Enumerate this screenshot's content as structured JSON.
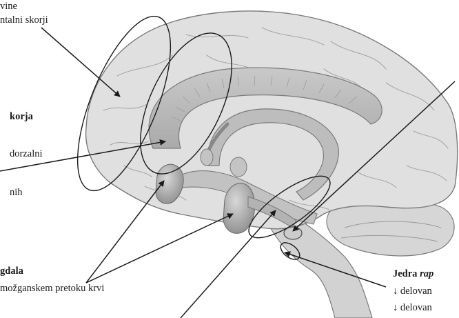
{
  "labels": {
    "top_left_1": "vine",
    "top_left_2": "ntalni skorji",
    "cortex_heading": "korja",
    "dorsal_text": "dorzalni",
    "nih_text": "nih",
    "amygdala_heading": "gdala",
    "amygdala_text": "možganskem pretoku krvi",
    "raphe_heading_plain": "Jedra ",
    "raphe_heading_italic": "rap",
    "raphe_line1": "↓ delovan",
    "raphe_line2": "↓ delovan"
  },
  "colors": {
    "brain_fill": "#dedede",
    "brain_outline": "#7a7a7a",
    "structure_fill": "#b9b9b9",
    "structure_dark": "#8a8a8a",
    "lines": "#1a1a1a"
  }
}
